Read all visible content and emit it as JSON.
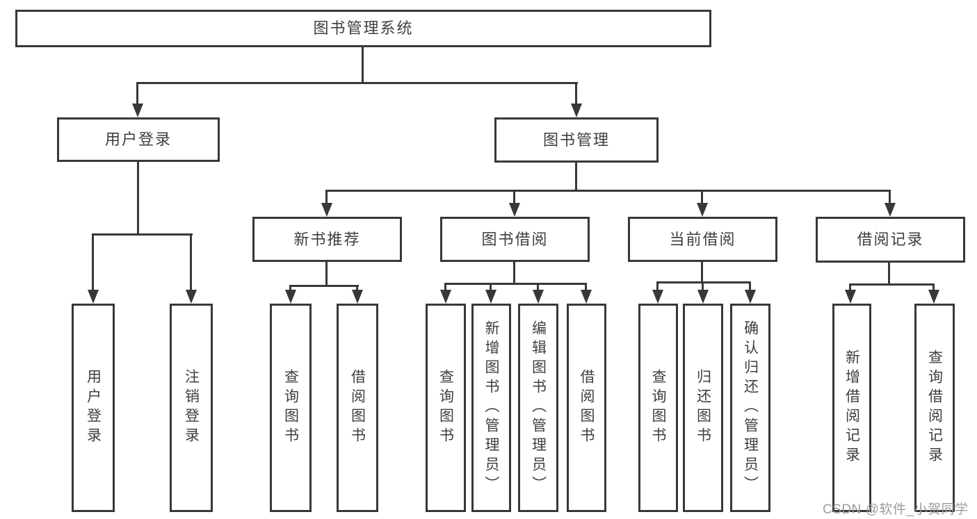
{
  "nodes": {
    "root": "图书管理系统",
    "user_login": "用户登录",
    "book_management": "图书管理",
    "new_book_recommend": "新书推荐",
    "book_borrow": "图书借阅",
    "current_borrow": "当前借阅",
    "borrow_records": "借阅记录",
    "leaf_user_login": "用户登录",
    "leaf_logout": "注销登录",
    "leaf_nbr_query": "查询图书",
    "leaf_nbr_borrow": "借阅图书",
    "leaf_bb_query": "查询图书",
    "leaf_bb_add": "新增图书（管理员）",
    "leaf_bb_edit": "编辑图书（管理员）",
    "leaf_bb_borrow": "借阅图书",
    "leaf_cb_query": "查询图书",
    "leaf_cb_return": "归还图书",
    "leaf_cb_confirm": "确认归还（管理员）",
    "leaf_br_add": "新增借阅记录",
    "leaf_br_query": "查询借阅记录"
  },
  "watermark": "CSDN @软件_小贺同学",
  "colors": {
    "line": "#383838",
    "text": "#3e3e3e",
    "watermark": "#9c9c9c",
    "bg": "#ffffff"
  }
}
